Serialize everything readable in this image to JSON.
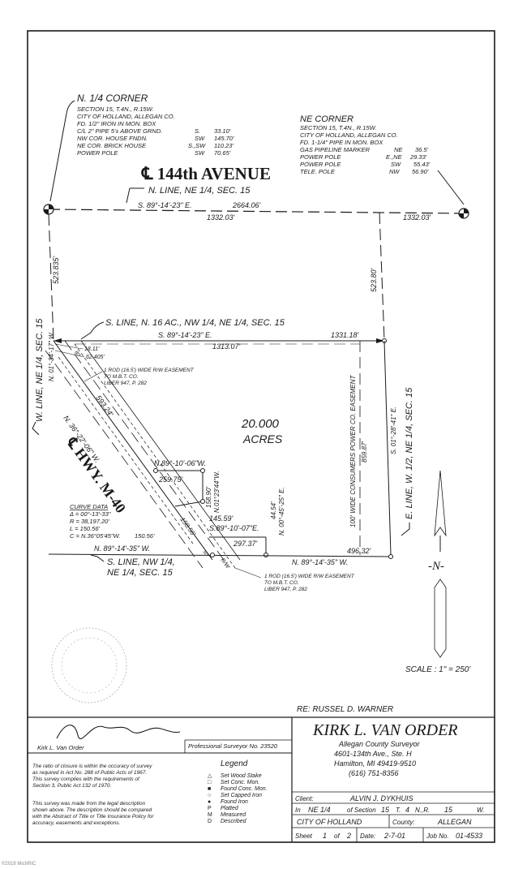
{
  "nw_corner": {
    "title": "N. 1/4 CORNER",
    "lines": [
      "SECTION 15, T.4N., R.15W.",
      "CITY OF HOLLAND, ALLEGAN CO.",
      "FD. 1/2\" IRON IN MON. BOX"
    ],
    "ties": [
      {
        "label": "C/L 2\" PIPE 5'± ABOVE GRND.",
        "dir": "S.",
        "dist": "33.10'"
      },
      {
        "label": "NW COR. HOUSE FNDN.",
        "dir": "SW",
        "dist": "145.70'"
      },
      {
        "label": "NE COR. BRICK HOUSE",
        "dir": "S.,SW",
        "dist": "110.23'"
      },
      {
        "label": "POWER POLE",
        "dir": "SW",
        "dist": "70.65'"
      }
    ]
  },
  "ne_corner": {
    "title": "NE CORNER",
    "lines": [
      "SECTION 15, T.4N., R.15W.",
      "CITY OF HOLLAND, ALLEGAN CO.",
      "FD. 1-1/4\" PIPE IN MON. BOX"
    ],
    "ties": [
      {
        "label": "GAS PIPELINE MARKER",
        "dir": "NE",
        "dist": "36.5'"
      },
      {
        "label": "POWER POLE",
        "dir": "E.,NE",
        "dist": "29.33'"
      },
      {
        "label": "POWER POLE",
        "dir": "SW",
        "dist": "55.43'"
      },
      {
        "label": "TELE. POLE",
        "dir": "NW",
        "dist": "56.90'"
      }
    ]
  },
  "plat": {
    "avenue": "℄ 144th AVENUE",
    "n_line": "N. LINE, NE 1/4, SEC. 15",
    "n_bearing": "S. 89°-14'-23\" E.",
    "n_total": "2664.06'",
    "n_left": "1332.03'",
    "n_right": "1332.03'",
    "west_dist": "523.835'",
    "east_dist": "523.80'",
    "s_line_16": "S. LINE, N. 16 AC., NW 1/4, NE 1/4, SEC. 15",
    "mid_bearing": "S. 89°-14'-23\" E.",
    "mid_dist1": "1331.18'",
    "mid_dist2": "1313.07'",
    "w_line": "W. LINE, NE 1/4, SEC. 15",
    "w_bearing": "N. 01°-34'-17\" W.",
    "d1811": "18.11'",
    "d62405": "62.405'",
    "row1": "1 ROD (16.5') WIDE R/W EASEMENT",
    "row1b": "TO M.B.T. CO.",
    "row1c": "LIBER 947, P. 282",
    "d15056": "150.56'",
    "hwy": "℄ HWY. M-40",
    "hwy_bearing": "N. 36°-22'-06\" W.",
    "hwy_dist": "593.24'",
    "acres": "20.000",
    "acres_label": "ACRES",
    "in1_bearing": "N.89°-10'-06\"W.",
    "in1_dist": "259.75'",
    "in2_dist": "158.90'",
    "in2_bearing": "N.01°23'44\"W.",
    "in3_dist": "145.59'",
    "in4_bearing": "S.89°-10'-07\"E.",
    "in4_dist": "297.37'",
    "in5_bearing": "N. 00°-45'-25\" E.",
    "in5_dist": "44.54'",
    "cons_easement": "100' WIDE CONSUMERS POWER CO. EASEMENT",
    "cons_dist": "859.87'",
    "e_bearing": "S. 01°-28'-41\" E.",
    "e_line": "E. LINE, W. 1/2, NE 1/4, SEC. 15",
    "curve": {
      "title": "CURVE DATA",
      "delta": "Δ = 00°-13'-33\"",
      "r": "R = 38,197.20'",
      "l": "L = 150.56'",
      "c": "C = N.36°05'45\"W.",
      "c_dist": "150.56'"
    },
    "arc_label": "150.56'",
    "s_bearing_w": "N. 89°-14'-35\" W.",
    "s_bearing_e": "N. 89°-14'-35\" W.",
    "s_dist_e": "496.32'",
    "s_line": "S. LINE, NW 1/4,",
    "s_line2": "NE 1/4, SEC. 15",
    "row2": "1 ROD (16.5') WIDE R/W EASEMENT",
    "row2b": "TO M.B.T. CO.",
    "row2c": "LIBER 947, P. 282",
    "rw_label": "R/W",
    "d50": "50'",
    "d80": "80'"
  },
  "north": "-N-",
  "scale": "SCALE : 1\" = 250'",
  "re": "RE:   RUSSEL D. WARNER",
  "surveyor": {
    "name_big": "KIRK L. VAN ORDER",
    "title": "Allegan County Surveyor",
    "addr1": "4601-134th Ave., Ste. H",
    "addr2": "Hamilton, MI 49419-9510",
    "phone": "(616) 751-8356",
    "sig_name": "Kirk L. Van Order",
    "prof": "Professional Surveyor No. 23520"
  },
  "notes": {
    "n1": [
      "The ratio of closure is within the occuracy of survey",
      "as required in Act No. 288 of Public Acts of 1967.",
      "This survey complies with the requirements of",
      "Section 3, Public Act 132 of 1970."
    ],
    "n2": [
      "This survey was made from the legal description",
      "shown above. The description should be compared",
      "with the Abstract of Title or Title Insurance Policy for",
      "accuracy, easements and exceptions."
    ]
  },
  "legend": {
    "title": "Legend",
    "items": [
      {
        "sym": "△",
        "text": "Set Wood Stake"
      },
      {
        "sym": "□",
        "text": "Set Conc. Mon."
      },
      {
        "sym": "■",
        "text": "Found Conc. Mon."
      },
      {
        "sym": "○",
        "text": "Set Capped Iron"
      },
      {
        "sym": "●",
        "text": "Found Iron"
      },
      {
        "sym": "P",
        "text": "Platted"
      },
      {
        "sym": "M",
        "text": "Measured"
      },
      {
        "sym": "D",
        "text": "Described"
      }
    ]
  },
  "title_block": {
    "client_label": "Client:",
    "client": "ALVIN J. DYKHUIS",
    "in_label": "In",
    "in_val": "NE 1/4",
    "of_section": "of Section",
    "section": "15",
    "t_label": "T.",
    "t_val": "4",
    "nr_label": "N.,R.",
    "r_val": "15",
    "w_label": "W.",
    "city": "CITY OF HOLLAND",
    "county_label": "County:",
    "county": "ALLEGAN",
    "sheet_label": "Sheet",
    "sheet_val": "1",
    "of_label": "of",
    "sheet_of": "2",
    "date_label": "Date:",
    "date": "2-7-01",
    "job_label": "Job No.",
    "job": "01-4533"
  },
  "footer": "©2019 MichRIC"
}
